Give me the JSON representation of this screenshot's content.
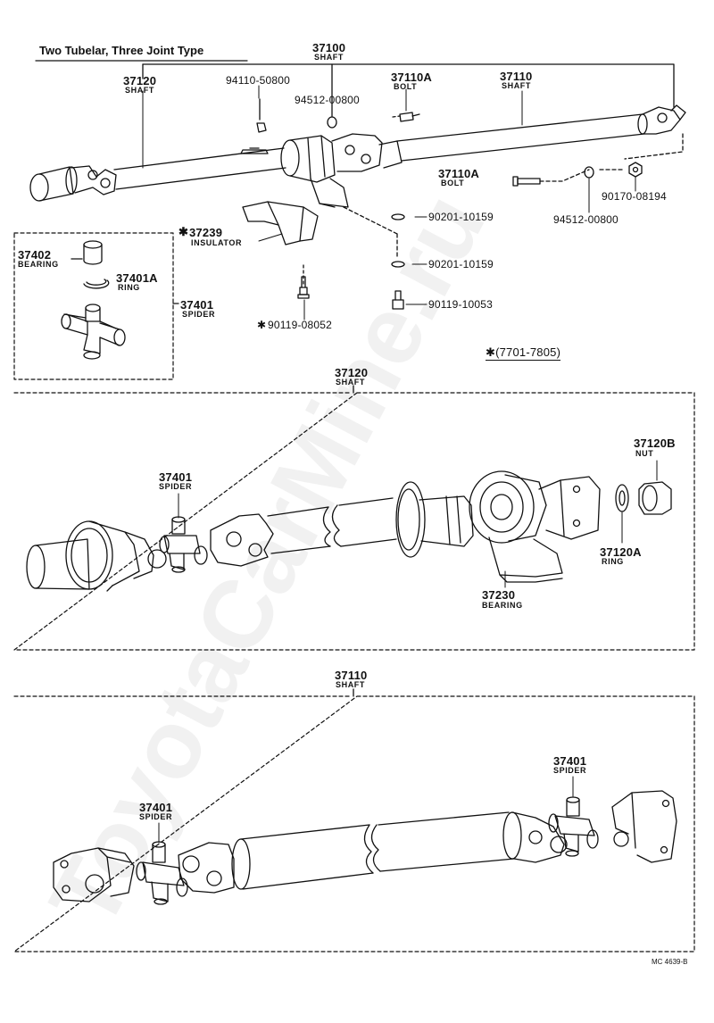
{
  "header": {
    "title": "Two Tubelar, Three Joint Type"
  },
  "top": {
    "shaft_assy": {
      "num": "37100",
      "cap": "SHAFT"
    },
    "shaft_front": {
      "num": "37120",
      "cap": "SHAFT"
    },
    "shaft_rear": {
      "num": "37110",
      "cap": "SHAFT"
    },
    "nut_a": "94110-50800",
    "washer_a": "94512-00800",
    "bolt_a": {
      "num": "37110A",
      "cap": "BOLT"
    },
    "bolt_b": {
      "num": "37110A",
      "cap": "BOLT"
    },
    "nut_b": "90170-08194",
    "washer_b": "94512-00800",
    "insulator": {
      "num": "37239",
      "cap": "INSULATOR",
      "mark": "✱"
    },
    "washer_c": "90201-10159",
    "washer_d": "90201-10159",
    "bolt_c": "90119-10053",
    "bolt_d": "90119-08052",
    "bolt_d_mark": "✱",
    "note": "✱(7701-7805)"
  },
  "inset": {
    "bearing": {
      "num": "37402",
      "cap": "BEARING"
    },
    "ring": {
      "num": "37401A",
      "cap": "RING"
    },
    "spider": {
      "num": "37401",
      "cap": "SPIDER"
    }
  },
  "middle": {
    "title": {
      "num": "37120",
      "cap": "SHAFT"
    },
    "spider": {
      "num": "37401",
      "cap": "SPIDER"
    },
    "nut": {
      "num": "37120B",
      "cap": "NUT"
    },
    "ring": {
      "num": "37120A",
      "cap": "RING"
    },
    "bearing": {
      "num": "37230",
      "cap": "BEARING"
    }
  },
  "bottom": {
    "title": {
      "num": "37110",
      "cap": "SHAFT"
    },
    "spider_left": {
      "num": "37401",
      "cap": "SPIDER"
    },
    "spider_right": {
      "num": "37401",
      "cap": "SPIDER"
    }
  },
  "footer": {
    "code": "MC 4639-B"
  },
  "watermark": "ToyotaCarMine.ru"
}
